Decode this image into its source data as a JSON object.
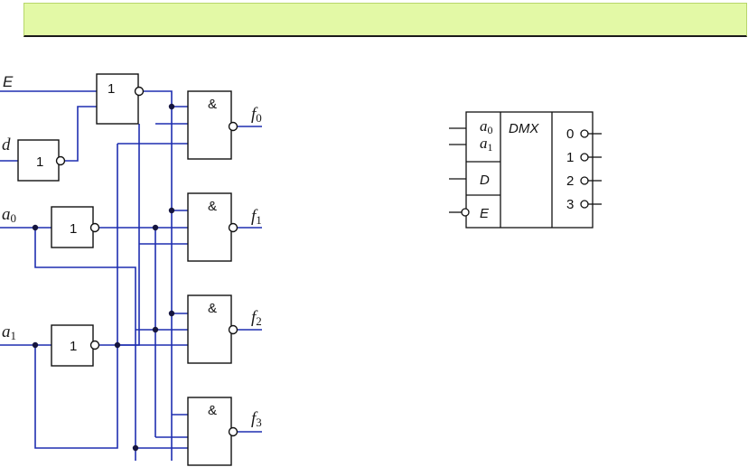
{
  "header": {
    "title": ""
  },
  "colors": {
    "wire": "#1f2fb0",
    "outline": "#111111",
    "header_bg": "#e3f9a6"
  },
  "circuit": {
    "signal_E": "E",
    "signal_d": "d",
    "signal_a": "a",
    "sub_0": "0",
    "sub_1": "1",
    "out_f": "f",
    "out_sub": [
      "0",
      "1",
      "2",
      "3"
    ],
    "not_gate_symbol": "1",
    "and_gate_symbol": "&"
  },
  "dmx_symbol": {
    "name": "DMX",
    "addr_a": "a",
    "addr_sub0": "0",
    "addr_sub1": "1",
    "data_input": "D",
    "enable_input": "E",
    "outputs": [
      "0",
      "1",
      "2",
      "3"
    ]
  }
}
